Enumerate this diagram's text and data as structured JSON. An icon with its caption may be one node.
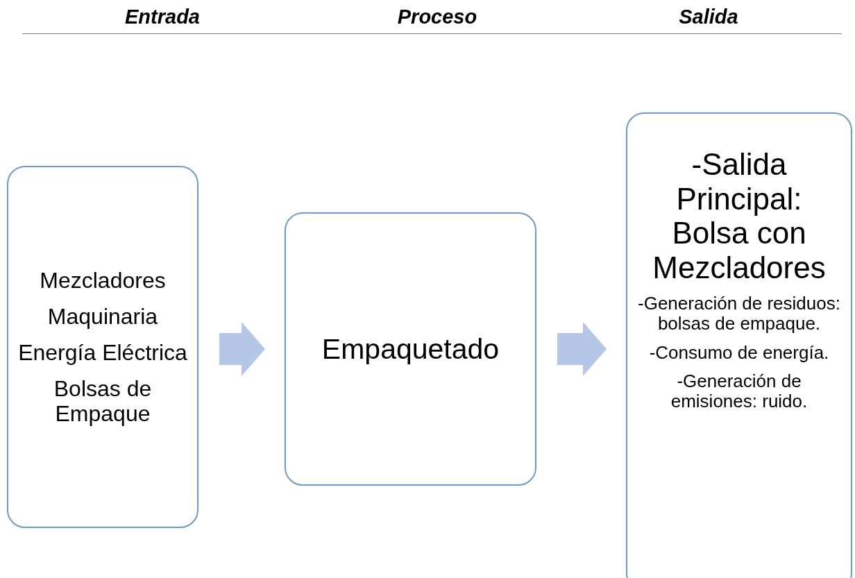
{
  "diagram": {
    "nodes": [
      {
        "text": [
          "Mezcladores",
          "Maquinaria",
          "Energía Eléctrica",
          "Bolsas de Empaque"
        ]
      },
      {
        "text": [
          "Empaquetado"
        ]
      },
      {
        "text": [
          "-Salida Principal: Bolsa con Mezcladores",
          "-Generación de residuos: bolsas de empaque.",
          "-Consumo de energía.",
          "-Generación de emisiones: ruido."
        ]
      }
    ],
    "edges": [
      {
        "from": 0,
        "to": 1,
        "arrow": "to"
      },
      {
        "from": 1,
        "to": 2,
        "arrow": "to"
      }
    ],
    "labels": [
      "Entrada",
      "Proceso",
      "Salida"
    ]
  }
}
